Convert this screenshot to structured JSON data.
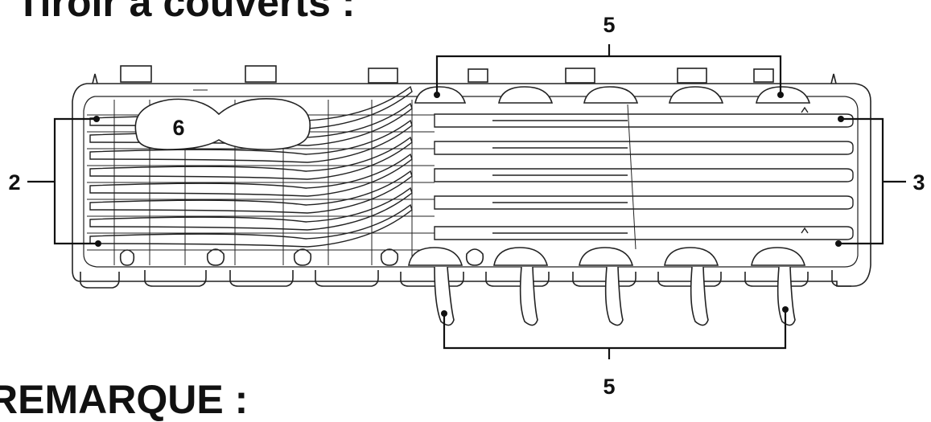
{
  "title": "Tiroir à couverts :",
  "bottom_heading": "REMARQUE :",
  "callouts": {
    "top_spoons": "5",
    "bottom_spoons": "5",
    "forks": "2",
    "knives": "3",
    "small_bowls": "6"
  }
}
